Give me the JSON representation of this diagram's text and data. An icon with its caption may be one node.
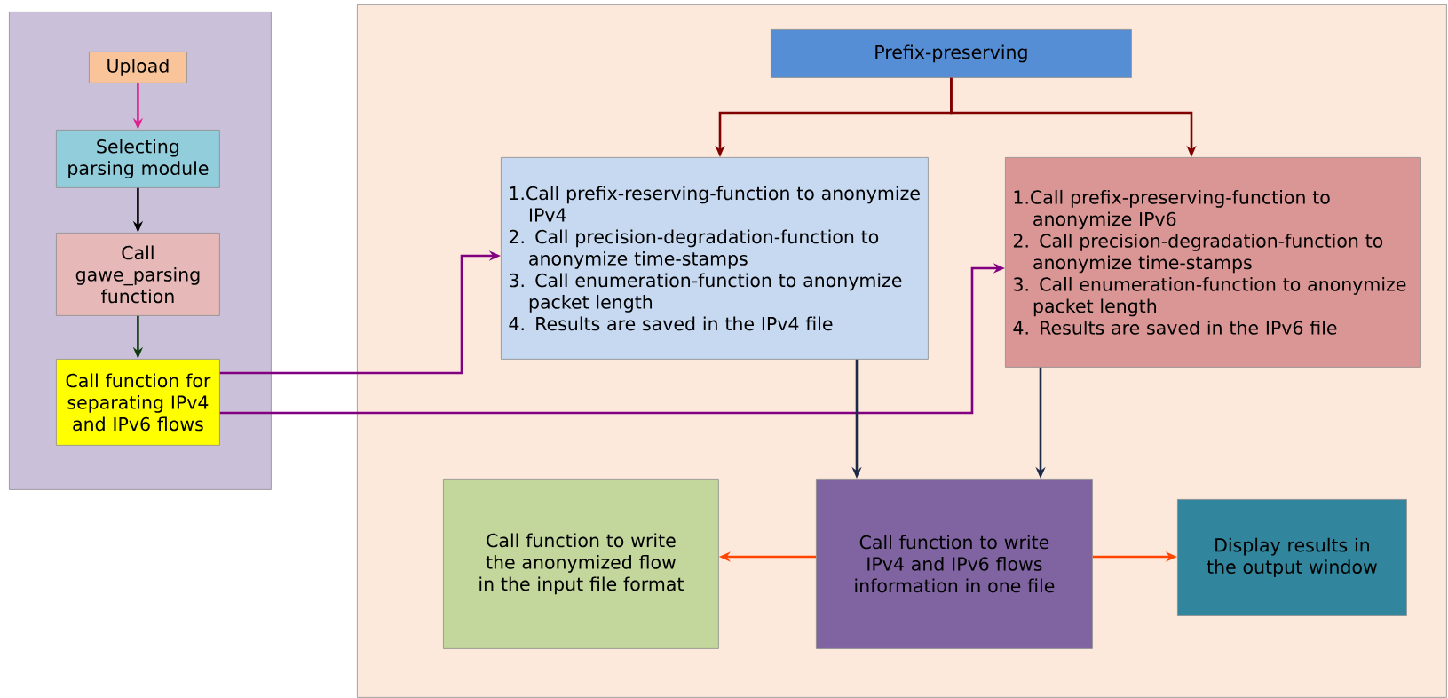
{
  "diagram": {
    "nodes": [
      {
        "text": [],
        "shape": "box"
      },
      {
        "text": [],
        "shape": "box"
      },
      {
        "text": [
          "Upload"
        ],
        "in": 0
      },
      {
        "text": [
          "Selecting parsing module"
        ],
        "in": 0
      },
      {
        "text": [
          "Call gawe_parsing function"
        ],
        "in": 0
      },
      {
        "text": [
          "Call function for separating IPv4 and IPv6 flows"
        ],
        "in": 0
      },
      {
        "text": [
          "Prefix-preserving"
        ],
        "in": 1
      },
      {
        "text": [
          "1.Call prefix-reserving-function to anonymize IPv4",
          "2. Call precision-degradation-function to anonymize time-stamps",
          "3. Call enumeration-function to anonymize packet length",
          "4. Results are saved in the IPv4 file"
        ],
        "in": 1
      },
      {
        "text": [
          "1.Call prefix-preserving-function to anonymize IPv6",
          "2. Call precision-degradation-function to anonymize time-stamps",
          "3. Call enumeration-function to anonymize packet length",
          "4. Results are saved in the IPv6 file"
        ],
        "in": 1
      },
      {
        "text": [
          "Call function to write the anonymized flow in the input file format"
        ],
        "in": 1
      },
      {
        "text": [
          "Call function to write IPv4 and IPv6 flows information in one file"
        ],
        "in": 1
      },
      {
        "text": [
          "Display results in the output window"
        ],
        "in": 1
      }
    ],
    "edges": [
      {
        "from": 2,
        "to": 3,
        "arrow": "to",
        "color": "#e0208f"
      },
      {
        "from": 3,
        "to": 4,
        "arrow": "to",
        "color": "#000000"
      },
      {
        "from": 4,
        "to": 5,
        "arrow": "to",
        "color": "#0d3b0d"
      },
      {
        "from": 5,
        "to": 7,
        "arrow": "to",
        "color": "#800080"
      },
      {
        "from": 5,
        "to": 8,
        "arrow": "to",
        "color": "#800080"
      },
      {
        "from": 6,
        "to": 7,
        "arrow": "to",
        "color": "#800000"
      },
      {
        "from": 6,
        "to": 8,
        "arrow": "to",
        "color": "#800000"
      },
      {
        "from": 7,
        "to": 10,
        "arrow": "to",
        "color": "#1b2a47"
      },
      {
        "from": 8,
        "to": 10,
        "arrow": "to",
        "color": "#1b2a47"
      },
      {
        "from": 10,
        "to": 9,
        "arrow": "to",
        "color": "#ff4500"
      },
      {
        "from": 10,
        "to": 11,
        "arrow": "to",
        "color": "#ff4500"
      }
    ]
  }
}
